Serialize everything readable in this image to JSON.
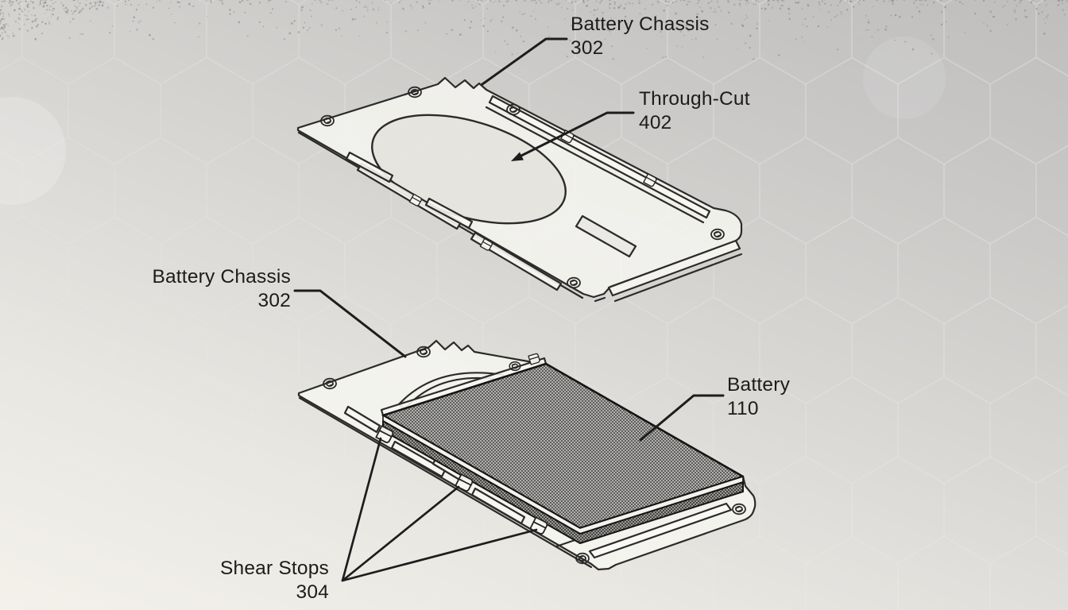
{
  "figure": {
    "type": "patent-style exploded technical drawing",
    "labels": {
      "battery_chassis_top": {
        "name": "Battery Chassis",
        "ref": "302"
      },
      "through_cut": {
        "name": "Through-Cut",
        "ref": "402"
      },
      "battery_chassis_left": {
        "name": "Battery Chassis",
        "ref": "302"
      },
      "battery": {
        "name": "Battery",
        "ref": "110"
      },
      "shear_stops": {
        "name": "Shear Stops",
        "ref": "304"
      }
    },
    "colors": {
      "line": "#2c2b29",
      "leader_line": "#1d1d1d",
      "battery_fill": "#8d8c8a",
      "background_top": "#bfbebd",
      "background_bottom": "#f3f1ea",
      "hex_pattern_line": "#ffffff"
    }
  }
}
